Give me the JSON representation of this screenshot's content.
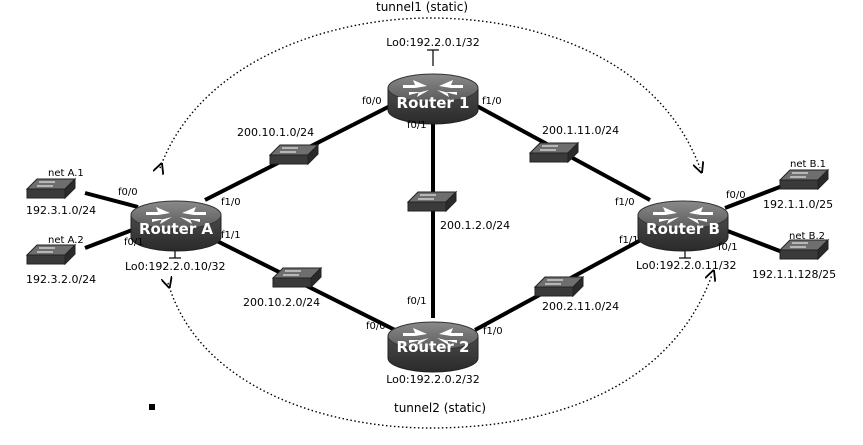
{
  "tunnels": {
    "top": "tunnel1 (static)",
    "bottom": "tunnel2 (static)"
  },
  "routers": {
    "r1": {
      "name": "Router 1",
      "loopback": "Lo0:192.2.0.1/32",
      "if_left": "f0/0",
      "if_right": "f1/0",
      "if_down": "f0/1"
    },
    "r2": {
      "name": "Router 2",
      "loopback": "Lo0:192.2.0.2/32",
      "if_left": "f0/0",
      "if_right": "f1/0",
      "if_up": "f0/1"
    },
    "ra": {
      "name": "Router A",
      "loopback": "Lo0:192.2.0.10/32",
      "if_f00": "f0/0",
      "if_f01": "f0/1",
      "if_f10": "f1/0",
      "if_f11": "f1/1"
    },
    "rb": {
      "name": "Router B",
      "loopback": "Lo0:192.2.0.11/32",
      "if_f00": "f0/0",
      "if_f01": "f0/1",
      "if_f10": "f1/0",
      "if_f11": "f1/1"
    }
  },
  "links": {
    "ra_r1": "200.10.1.0/24",
    "ra_r2": "200.10.2.0/24",
    "r1_r2": "200.1.2.0/24",
    "r1_rb": "200.1.11.0/24",
    "r2_rb": "200.2.11.0/24"
  },
  "nets": {
    "a1": {
      "name": "net A.1",
      "subnet": "192.3.1.0/24"
    },
    "a2": {
      "name": "net A.2",
      "subnet": "192.3.2.0/24"
    },
    "b1": {
      "name": "net B.1",
      "subnet": "192.1.1.0/25"
    },
    "b2": {
      "name": "net B.2",
      "subnet": "192.1.1.128/25"
    }
  }
}
